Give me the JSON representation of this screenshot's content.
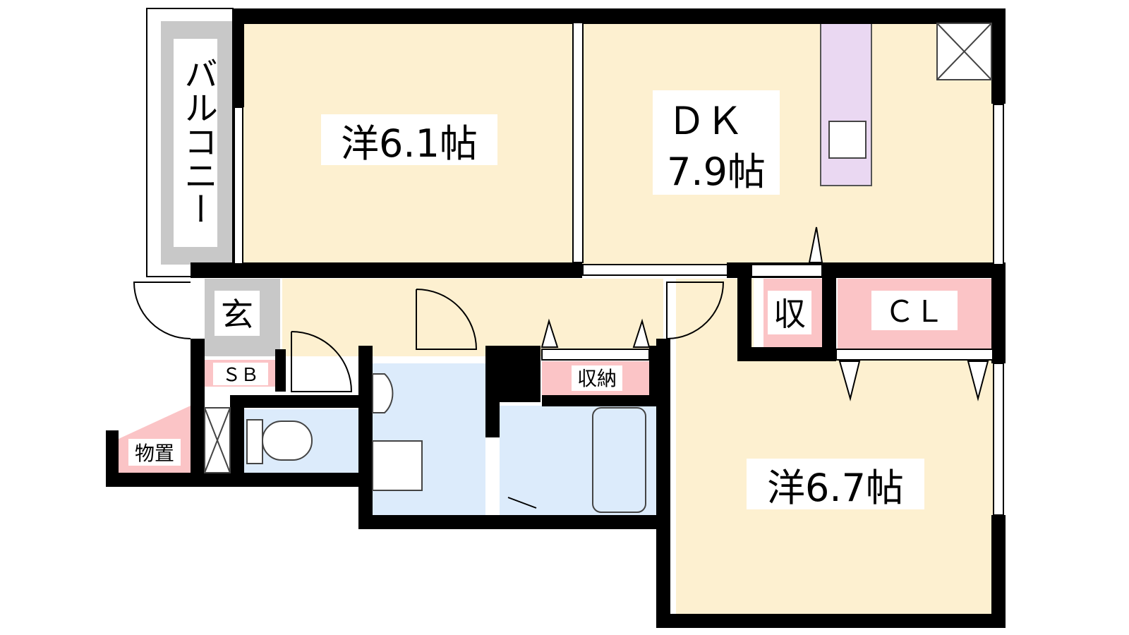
{
  "colors": {
    "room": "#fdf0d0",
    "wet": "#dcebfb",
    "storage": "#fbc4c6",
    "balcony": "#c8c8c8",
    "kitchen": "#ead8f2",
    "wall": "#000000"
  },
  "rooms": {
    "western_1": {
      "label": "洋6.1帖"
    },
    "dk": {
      "line1": "ＤＫ",
      "line2": "7.9帖"
    },
    "western_2": {
      "label": "洋6.7帖"
    },
    "balcony": {
      "label": "バルコニー"
    },
    "entrance": {
      "label": "玄"
    },
    "shoe_box": {
      "label": "ＳＢ"
    },
    "shed": {
      "label": "物置"
    },
    "storage_small": {
      "label": "収"
    },
    "closet": {
      "label": "ＣＬ"
    },
    "storage": {
      "label": "収納"
    }
  }
}
